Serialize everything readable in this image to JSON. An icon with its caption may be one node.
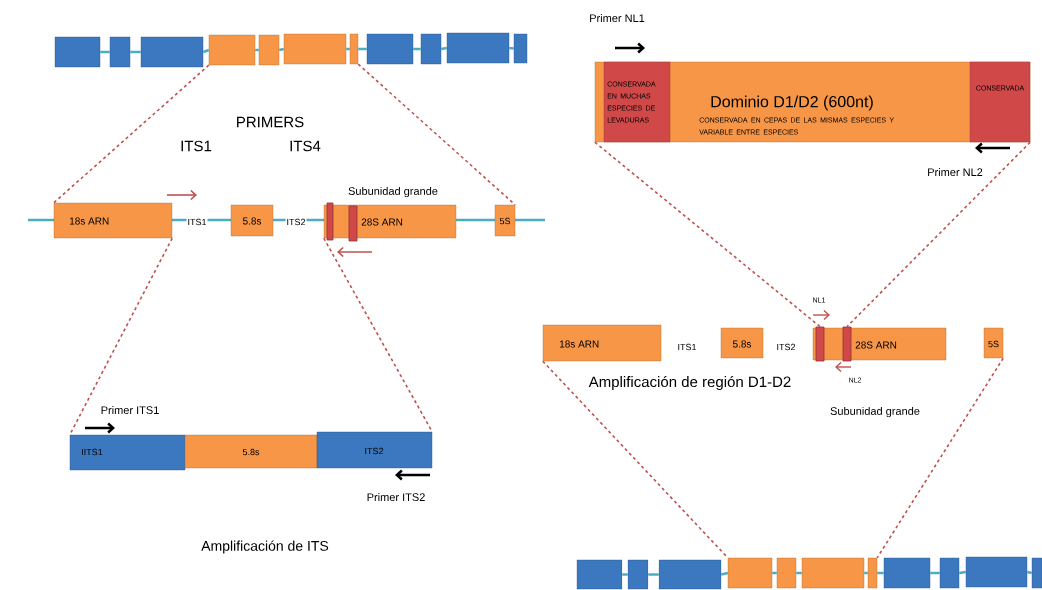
{
  "diagram": {
    "nodes": [
      {
        "text": [],
        "shape": "box"
      },
      {
        "text": [],
        "shape": "box"
      },
      {
        "text": [],
        "shape": "box"
      },
      {
        "text": [],
        "shape": "box"
      },
      {
        "text": [],
        "shape": "box"
      },
      {
        "text": [],
        "shape": "box"
      },
      {
        "text": [],
        "shape": "box"
      },
      {
        "text": [],
        "shape": "box"
      },
      {
        "text": [],
        "shape": "box"
      },
      {
        "text": [],
        "shape": "box"
      },
      {
        "text": [],
        "shape": "box"
      },
      {
        "text": [
          "18s ARN"
        ]
      },
      {
        "text": [
          "5.8s"
        ]
      },
      {
        "text": [
          "28S ARN"
        ],
        "beside": [
          "Subunidad grande"
        ]
      },
      {
        "text": [],
        "shape": "bar",
        "in": 13
      },
      {
        "text": [],
        "shape": "bar",
        "in": 13
      },
      {
        "text": [
          "5S"
        ]
      },
      {
        "text": [
          "IITS1"
        ]
      },
      {
        "text": [
          "5.8s"
        ]
      },
      {
        "text": [
          "ITS2"
        ]
      },
      {
        "text": [
          "Dominio D1/D2 (600nt)",
          "CONSERVADA EN CEPAS DE LAS MISMAS ESPECIES Y VARIABLE ENTRE ESPECIES"
        ]
      },
      {
        "text": [
          "CONSERVADA EN MUCHAS ESPECIES DE LEVADURAS"
        ],
        "in": 20
      },
      {
        "text": [
          "CONSERVADA"
        ],
        "in": 20
      },
      {
        "text": [
          "18s ARN"
        ]
      },
      {
        "text": [
          "5.8s"
        ]
      },
      {
        "text": [
          "28S ARN"
        ]
      },
      {
        "text": [],
        "shape": "bar",
        "in": 25
      },
      {
        "text": [],
        "shape": "bar",
        "in": 25
      },
      {
        "text": [
          "5S"
        ]
      },
      {
        "text": [],
        "shape": "box"
      },
      {
        "text": [],
        "shape": "box"
      },
      {
        "text": [],
        "shape": "box"
      },
      {
        "text": [],
        "shape": "box"
      },
      {
        "text": [],
        "shape": "box"
      },
      {
        "text": [],
        "shape": "box"
      },
      {
        "text": [],
        "shape": "box"
      },
      {
        "text": [],
        "shape": "box"
      },
      {
        "text": [],
        "shape": "box"
      },
      {
        "text": [],
        "shape": "box"
      },
      {
        "text": [],
        "shape": "box"
      }
    ],
    "edges": [
      {
        "from": 3,
        "to": 11,
        "arrow": "none",
        "style": "dashed",
        "color": "#c0504d"
      },
      {
        "from": 6,
        "to": 16,
        "arrow": "none",
        "style": "dashed",
        "color": "#c0504d"
      },
      {
        "from": 11,
        "to": 17,
        "arrow": "none",
        "style": "dashed",
        "color": "#c0504d"
      },
      {
        "from": 13,
        "to": 19,
        "arrow": "none",
        "style": "dashed",
        "color": "#c0504d"
      },
      {
        "from": 20,
        "to": 26,
        "arrow": "none",
        "style": "dashed",
        "color": "#c0504d"
      },
      {
        "from": 20,
        "to": 27,
        "arrow": "none",
        "style": "dashed",
        "color": "#c0504d"
      },
      {
        "from": 23,
        "to": 32,
        "arrow": "none",
        "style": "dashed",
        "color": "#c0504d"
      },
      {
        "from": 28,
        "to": 35,
        "arrow": "none",
        "style": "dashed",
        "color": "#c0504d"
      },
      {
        "from": 0,
        "to": 1,
        "arrow": "none"
      },
      {
        "from": 1,
        "to": 2,
        "arrow": "none"
      },
      {
        "from": 2,
        "to": 3,
        "arrow": "none"
      },
      {
        "from": 3,
        "to": 4,
        "arrow": "none"
      },
      {
        "from": 4,
        "to": 5,
        "arrow": "none"
      },
      {
        "from": 5,
        "to": 6,
        "arrow": "none"
      },
      {
        "from": 6,
        "to": 7,
        "arrow": "none"
      },
      {
        "from": 7,
        "to": 8,
        "arrow": "none"
      },
      {
        "from": 8,
        "to": 9,
        "arrow": "none"
      },
      {
        "from": 9,
        "to": 10,
        "arrow": "none"
      },
      {
        "from": 29,
        "to": 30,
        "arrow": "none"
      },
      {
        "from": 30,
        "to": 31,
        "arrow": "none"
      },
      {
        "from": 31,
        "to": 32,
        "arrow": "none"
      },
      {
        "from": 32,
        "to": 33,
        "arrow": "none"
      },
      {
        "from": 33,
        "to": 34,
        "arrow": "none"
      },
      {
        "from": 34,
        "to": 35,
        "arrow": "none"
      },
      {
        "from": 35,
        "to": 36,
        "arrow": "none"
      },
      {
        "from": 36,
        "to": 37,
        "arrow": "none"
      },
      {
        "from": 37,
        "to": 38,
        "arrow": "none"
      },
      {
        "from": 38,
        "to": 39,
        "arrow": "none"
      }
    ],
    "labels": [
      "Primer NL1",
      "PRIMERS",
      "ITS1",
      "ITS4",
      "Primer NL2",
      "ITS1",
      "ITS2",
      "NL1",
      "ITS1",
      "ITS2",
      "NL2",
      "Amplificación de región D1-D2",
      "Primer ITS1",
      "Subunidad grande",
      "Primer ITS2",
      "Amplificación de ITS"
    ]
  }
}
